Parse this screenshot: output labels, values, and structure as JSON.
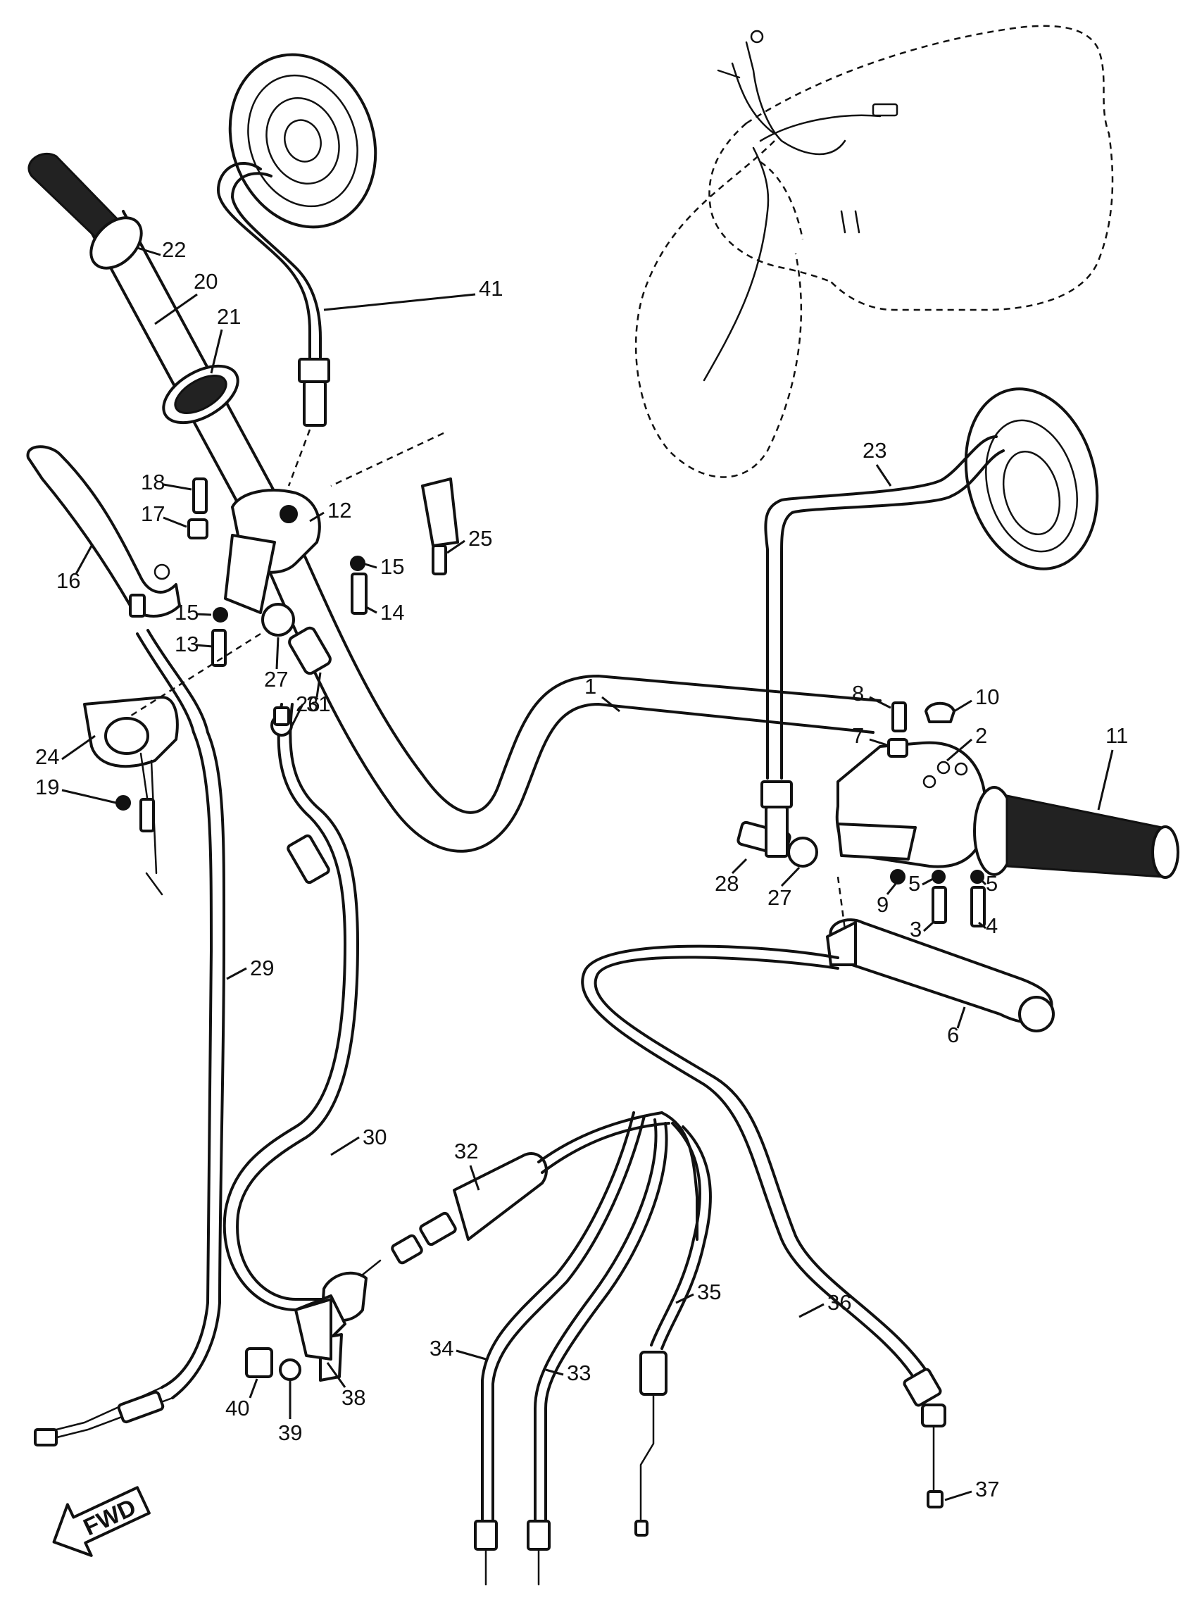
{
  "callouts": [
    "1",
    "2",
    "3",
    "4",
    "5",
    "5",
    "6",
    "7",
    "8",
    "9",
    "10",
    "11",
    "12",
    "13",
    "14",
    "15",
    "15",
    "16",
    "17",
    "18",
    "19",
    "20",
    "21",
    "22",
    "23",
    "24",
    "25",
    "26",
    "27",
    "27",
    "28",
    "29",
    "30",
    "31",
    "32",
    "33",
    "34",
    "35",
    "36",
    "37",
    "38",
    "39",
    "40",
    "41"
  ],
  "direction_marker": "FWD"
}
